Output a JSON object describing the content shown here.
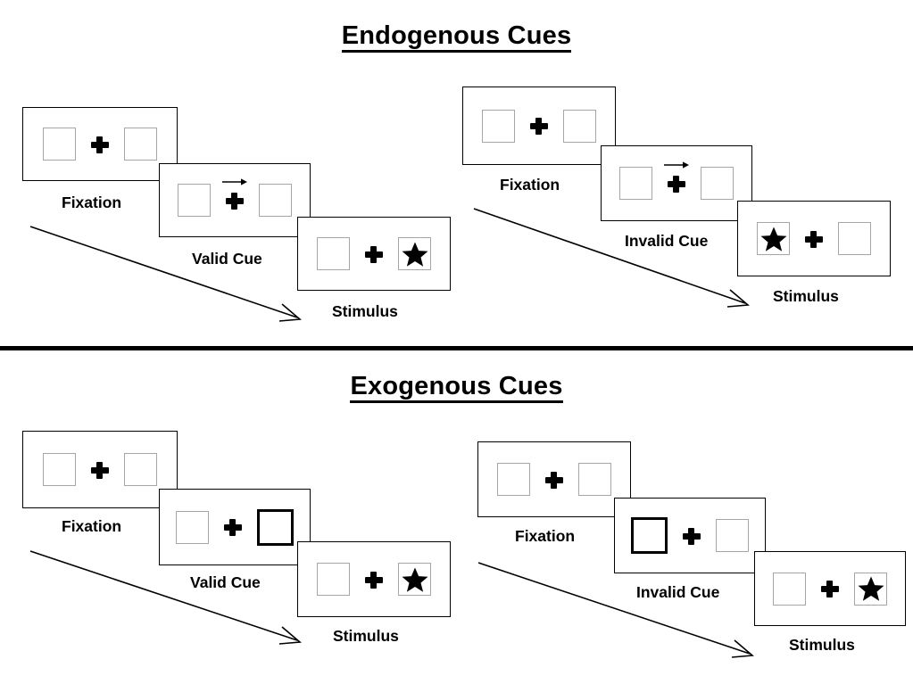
{
  "figure": {
    "title_endogenous": "Endogenous Cues",
    "title_exogenous": "Exogenous Cues"
  },
  "colors": {
    "box_outline": "#a6a6a6",
    "cued_box_outline": "#000000",
    "panel_outline": "#000000",
    "ink": "#000000",
    "background": "#ffffff"
  },
  "sections": [
    {
      "id": "endogenous",
      "title": "Endogenous Cues",
      "columns": [
        {
          "id": "endogenous-valid",
          "panels": [
            {
              "caption": "Fixation",
              "cue_type": "none",
              "left_box": "empty",
              "right_box": "empty",
              "cued_side": "none",
              "target_side": "none"
            },
            {
              "caption": "Valid Cue",
              "cue_type": "central-arrow",
              "arrow_direction": "right",
              "left_box": "empty",
              "right_box": "empty",
              "cued_side": "right",
              "target_side": "none"
            },
            {
              "caption": "Stimulus",
              "cue_type": "none",
              "left_box": "empty",
              "right_box": "star",
              "cued_side": "none",
              "target_side": "right"
            }
          ]
        },
        {
          "id": "endogenous-invalid",
          "panels": [
            {
              "caption": "Fixation",
              "cue_type": "none",
              "left_box": "empty",
              "right_box": "empty",
              "cued_side": "none",
              "target_side": "none"
            },
            {
              "caption": "Invalid Cue",
              "cue_type": "central-arrow",
              "arrow_direction": "right",
              "left_box": "empty",
              "right_box": "empty",
              "cued_side": "right",
              "target_side": "none"
            },
            {
              "caption": "Stimulus",
              "cue_type": "none",
              "left_box": "star",
              "right_box": "empty",
              "cued_side": "none",
              "target_side": "left"
            }
          ]
        }
      ]
    },
    {
      "id": "exogenous",
      "title": "Exogenous Cues",
      "columns": [
        {
          "id": "exogenous-valid",
          "panels": [
            {
              "caption": "Fixation",
              "cue_type": "none",
              "left_box": "empty",
              "right_box": "empty",
              "cued_side": "none",
              "target_side": "none"
            },
            {
              "caption": "Valid Cue",
              "cue_type": "peripheral-flash",
              "left_box": "empty",
              "right_box": "empty",
              "cued_side": "right",
              "target_side": "none"
            },
            {
              "caption": "Stimulus",
              "cue_type": "none",
              "left_box": "empty",
              "right_box": "star",
              "cued_side": "none",
              "target_side": "right"
            }
          ]
        },
        {
          "id": "exogenous-invalid",
          "panels": [
            {
              "caption": "Fixation",
              "cue_type": "none",
              "left_box": "empty",
              "right_box": "empty",
              "cued_side": "none",
              "target_side": "none"
            },
            {
              "caption": "Invalid Cue",
              "cue_type": "peripheral-flash",
              "left_box": "empty",
              "right_box": "empty",
              "cued_side": "left",
              "target_side": "none"
            },
            {
              "caption": "Stimulus",
              "cue_type": "none",
              "left_box": "empty",
              "right_box": "star",
              "cued_side": "none",
              "target_side": "right"
            }
          ]
        }
      ]
    }
  ],
  "captions": {
    "fixation": "Fixation",
    "valid_cue": "Valid Cue",
    "invalid_cue": "Invalid Cue",
    "stimulus": "Stimulus"
  },
  "icons": {
    "fixation_cross": "fixation-cross-icon",
    "star_target": "star-icon",
    "arrow_cue": "arrow-right-cue-icon",
    "time_flow": "time-flow-arrow-icon"
  }
}
